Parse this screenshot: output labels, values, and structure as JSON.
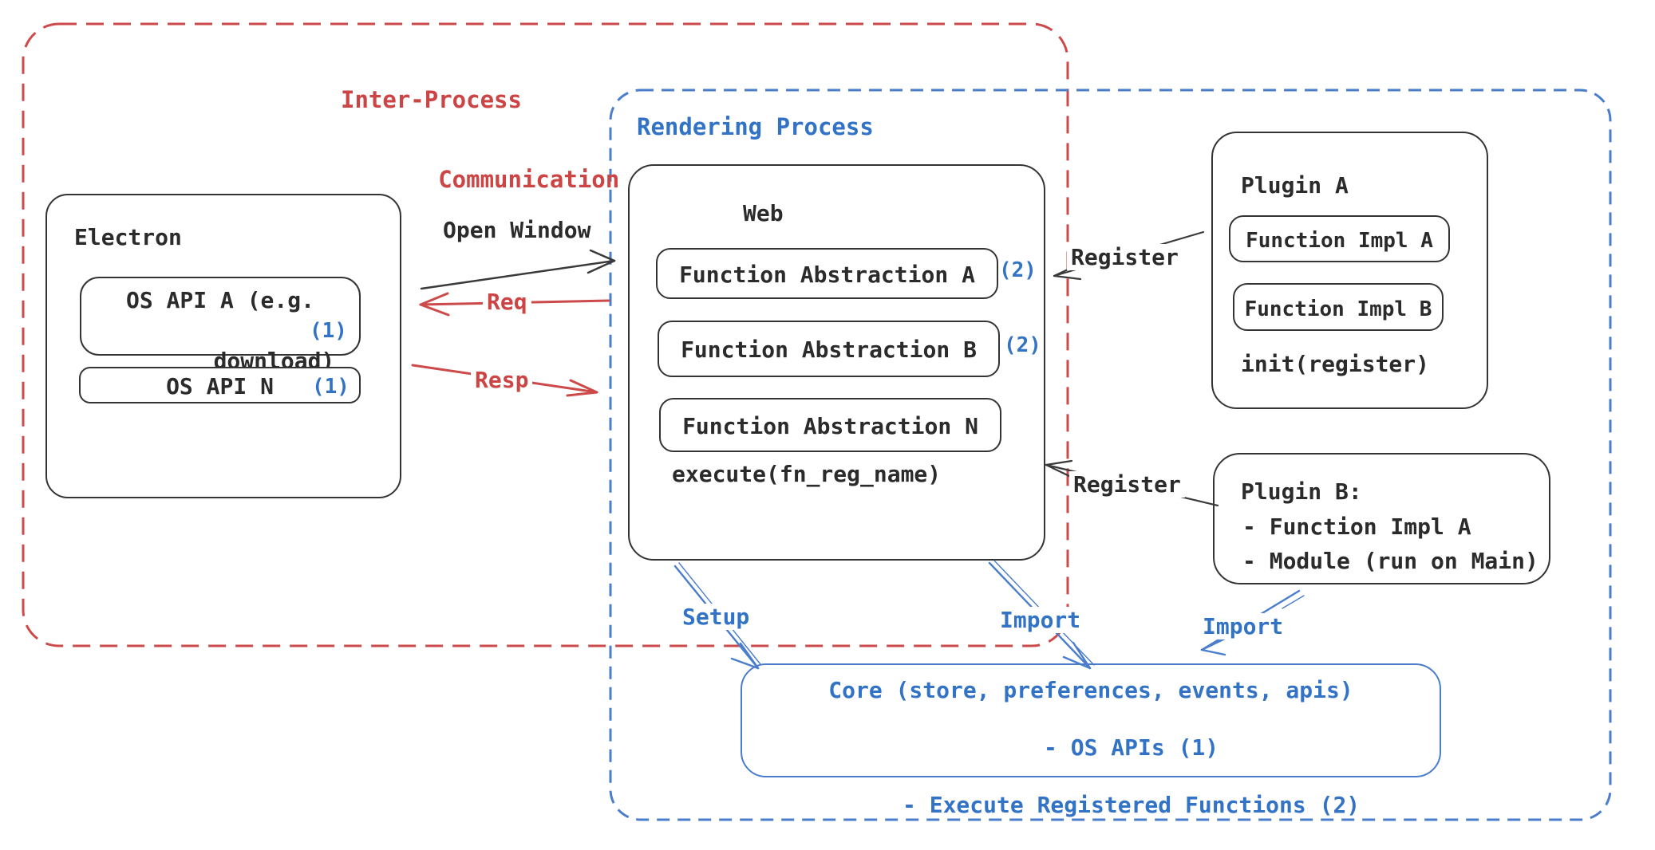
{
  "colors": {
    "red_accent": "#cc4444",
    "blue_accent": "#3273c6",
    "ink": "#2b2b2b"
  },
  "regions": {
    "ipc": {
      "line1": "Inter-Process",
      "line2": "Communication"
    },
    "rendering": {
      "label": "Rendering Process"
    }
  },
  "electron": {
    "title": "Electron",
    "os_api_a": {
      "line1": "OS API A (e.g.",
      "line2": "download)",
      "badge": "(1)"
    },
    "os_api_n": {
      "label": "OS API N",
      "badge": "(1)"
    }
  },
  "web": {
    "title": "Web",
    "items": [
      {
        "label": "Function Abstraction A",
        "badge": "(2)"
      },
      {
        "label": "Function Abstraction B",
        "badge": "(2)"
      },
      {
        "label": "Function Abstraction N",
        "badge": ""
      }
    ],
    "footer": "execute(fn_reg_name)"
  },
  "plugin_a": {
    "title": "Plugin A",
    "impl_a": "Function Impl A",
    "impl_b": "Function Impl B",
    "footer": "init(register)"
  },
  "plugin_b": {
    "line1": "Plugin B:",
    "line2": "- Function Impl A",
    "line3": "- Module (run on Main)"
  },
  "core": {
    "line1": "Core (store, preferences, events, apis)",
    "line2": "- OS APIs (1)",
    "line3": "- Execute Registered Functions (2)"
  },
  "arrows": {
    "open_window": "Open Window",
    "req": "Req",
    "resp": "Resp",
    "register_top": "Register",
    "register_bottom": "Register",
    "setup": "Setup",
    "import_web": "Import",
    "import_plugin": "Import"
  }
}
